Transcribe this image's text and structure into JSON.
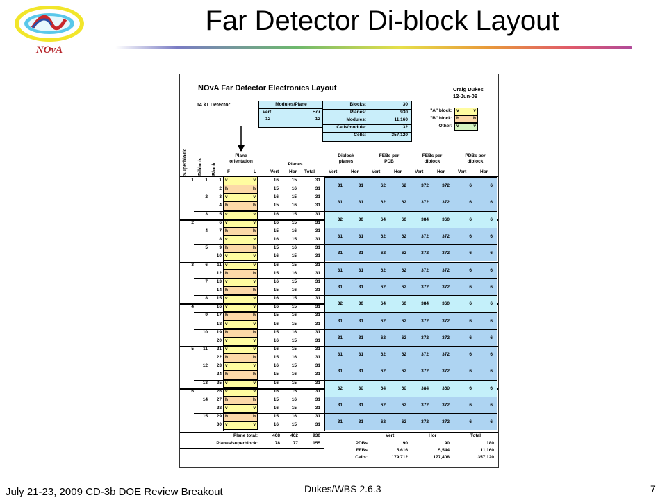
{
  "slide": {
    "title": "Far Detector Di-block Layout",
    "footer_left": "July 21-23, 2009 CD-3b DOE Review Breakout",
    "footer_center": "Dukes/WBS 2.6.3",
    "page_number": "7",
    "logo_text": "NOvA"
  },
  "sheet": {
    "title": "NOvA Far Detector Electronics Layout",
    "author": "Craig Dukes",
    "date": "12-Jun-09",
    "detector": "14 kT Detector",
    "modules_plane": {
      "header": "Modules/Plane",
      "vert_label": "Vert",
      "hor_label": "Hor",
      "vert": "12",
      "hor": "12"
    },
    "summary": [
      {
        "label": "Blocks:",
        "value": "30"
      },
      {
        "label": "Planes:",
        "value": "930"
      },
      {
        "label": "Modules:",
        "value": "11,160"
      },
      {
        "label": "Cells/module:",
        "value": "32"
      },
      {
        "label": "Cells:",
        "value": "357,120"
      }
    ],
    "legend": [
      {
        "label": "\"A\" block:",
        "f": "v",
        "l": "v",
        "color": "#fffca0"
      },
      {
        "label": "\"B\" block:",
        "f": "h",
        "l": "h",
        "color": "#fcd9a8"
      },
      {
        "label": "Other:",
        "f": "v",
        "l": "v",
        "color": "#d6f5c2"
      }
    ],
    "headers": {
      "superblock": "Superblock",
      "diblock": "Diblock",
      "block": "Block",
      "plane_orientation": "Plane\norientation",
      "F": "F",
      "L": "L",
      "planes": "Planes",
      "vert": "Vert",
      "hor": "Hor",
      "total": "Total",
      "diblock_planes": "Diblock\nplanes",
      "febs_per_pdb": "FEBs per\nPDB",
      "febs_per_diblock": "FEBs per\ndiblock",
      "pdbs_per_diblock": "PDBs per\ndiblock"
    },
    "blocks": [
      {
        "sb": "1",
        "db": "1",
        "b": "1",
        "f": "v",
        "l": "v",
        "pv": "16",
        "ph": "15",
        "pt": "31"
      },
      {
        "sb": "",
        "db": "",
        "b": "2",
        "f": "h",
        "l": "h",
        "pv": "15",
        "ph": "16",
        "pt": "31"
      },
      {
        "sb": "",
        "db": "2",
        "b": "3",
        "f": "v",
        "l": "v",
        "pv": "16",
        "ph": "15",
        "pt": "31"
      },
      {
        "sb": "",
        "db": "",
        "b": "4",
        "f": "h",
        "l": "h",
        "pv": "15",
        "ph": "16",
        "pt": "31"
      },
      {
        "sb": "",
        "db": "3",
        "b": "5",
        "f": "v",
        "l": "v",
        "pv": "16",
        "ph": "15",
        "pt": "31"
      },
      {
        "sb": "2",
        "db": "",
        "b": "6",
        "f": "v",
        "l": "v",
        "pv": "16",
        "ph": "15",
        "pt": "31"
      },
      {
        "sb": "",
        "db": "4",
        "b": "7",
        "f": "h",
        "l": "h",
        "pv": "15",
        "ph": "16",
        "pt": "31"
      },
      {
        "sb": "",
        "db": "",
        "b": "8",
        "f": "v",
        "l": "v",
        "pv": "16",
        "ph": "15",
        "pt": "31"
      },
      {
        "sb": "",
        "db": "5",
        "b": "9",
        "f": "h",
        "l": "h",
        "pv": "15",
        "ph": "16",
        "pt": "31"
      },
      {
        "sb": "",
        "db": "",
        "b": "10",
        "f": "v",
        "l": "v",
        "pv": "16",
        "ph": "15",
        "pt": "31"
      },
      {
        "sb": "3",
        "db": "6",
        "b": "11",
        "f": "v",
        "l": "v",
        "pv": "16",
        "ph": "15",
        "pt": "31"
      },
      {
        "sb": "",
        "db": "",
        "b": "12",
        "f": "h",
        "l": "h",
        "pv": "15",
        "ph": "16",
        "pt": "31"
      },
      {
        "sb": "",
        "db": "7",
        "b": "13",
        "f": "v",
        "l": "v",
        "pv": "16",
        "ph": "15",
        "pt": "31"
      },
      {
        "sb": "",
        "db": "",
        "b": "14",
        "f": "h",
        "l": "h",
        "pv": "15",
        "ph": "16",
        "pt": "31"
      },
      {
        "sb": "",
        "db": "8",
        "b": "15",
        "f": "v",
        "l": "v",
        "pv": "16",
        "ph": "15",
        "pt": "31"
      },
      {
        "sb": "4",
        "db": "",
        "b": "16",
        "f": "v",
        "l": "v",
        "pv": "16",
        "ph": "15",
        "pt": "31"
      },
      {
        "sb": "",
        "db": "9",
        "b": "17",
        "f": "h",
        "l": "h",
        "pv": "15",
        "ph": "16",
        "pt": "31"
      },
      {
        "sb": "",
        "db": "",
        "b": "18",
        "f": "v",
        "l": "v",
        "pv": "16",
        "ph": "15",
        "pt": "31"
      },
      {
        "sb": "",
        "db": "10",
        "b": "19",
        "f": "h",
        "l": "h",
        "pv": "15",
        "ph": "16",
        "pt": "31"
      },
      {
        "sb": "",
        "db": "",
        "b": "20",
        "f": "v",
        "l": "v",
        "pv": "16",
        "ph": "15",
        "pt": "31"
      },
      {
        "sb": "5",
        "db": "11",
        "b": "21",
        "f": "v",
        "l": "v",
        "pv": "16",
        "ph": "15",
        "pt": "31"
      },
      {
        "sb": "",
        "db": "",
        "b": "22",
        "f": "h",
        "l": "h",
        "pv": "15",
        "ph": "16",
        "pt": "31"
      },
      {
        "sb": "",
        "db": "12",
        "b": "23",
        "f": "v",
        "l": "v",
        "pv": "16",
        "ph": "15",
        "pt": "31"
      },
      {
        "sb": "",
        "db": "",
        "b": "24",
        "f": "h",
        "l": "h",
        "pv": "15",
        "ph": "16",
        "pt": "31"
      },
      {
        "sb": "",
        "db": "13",
        "b": "25",
        "f": "v",
        "l": "v",
        "pv": "16",
        "ph": "15",
        "pt": "31"
      },
      {
        "sb": "6",
        "db": "",
        "b": "26",
        "f": "v",
        "l": "v",
        "pv": "16",
        "ph": "15",
        "pt": "31"
      },
      {
        "sb": "",
        "db": "14",
        "b": "27",
        "f": "h",
        "l": "h",
        "pv": "15",
        "ph": "16",
        "pt": "31"
      },
      {
        "sb": "",
        "db": "",
        "b": "28",
        "f": "v",
        "l": "v",
        "pv": "16",
        "ph": "15",
        "pt": "31"
      },
      {
        "sb": "",
        "db": "15",
        "b": "29",
        "f": "h",
        "l": "h",
        "pv": "15",
        "ph": "16",
        "pt": "31"
      },
      {
        "sb": "",
        "db": "",
        "b": "30",
        "f": "v",
        "l": "v",
        "pv": "16",
        "ph": "15",
        "pt": "31"
      }
    ],
    "diblocks": [
      {
        "pv": "31",
        "ph": "31",
        "fpv": "62",
        "fph": "62",
        "fdv": "372",
        "fdh": "372",
        "pdv": "6",
        "pdh": "6"
      },
      {
        "pv": "31",
        "ph": "31",
        "fpv": "62",
        "fph": "62",
        "fdv": "372",
        "fdh": "372",
        "pdv": "6",
        "pdh": "6"
      },
      {
        "pv": "32",
        "ph": "30",
        "fpv": "64",
        "fph": "60",
        "fdv": "384",
        "fdh": "360",
        "pdv": "6",
        "pdh": "6"
      },
      {
        "pv": "31",
        "ph": "31",
        "fpv": "62",
        "fph": "62",
        "fdv": "372",
        "fdh": "372",
        "pdv": "6",
        "pdh": "6"
      },
      {
        "pv": "31",
        "ph": "31",
        "fpv": "62",
        "fph": "62",
        "fdv": "372",
        "fdh": "372",
        "pdv": "6",
        "pdh": "6"
      },
      {
        "pv": "31",
        "ph": "31",
        "fpv": "62",
        "fph": "62",
        "fdv": "372",
        "fdh": "372",
        "pdv": "6",
        "pdh": "6"
      },
      {
        "pv": "31",
        "ph": "31",
        "fpv": "62",
        "fph": "62",
        "fdv": "372",
        "fdh": "372",
        "pdv": "6",
        "pdh": "6"
      },
      {
        "pv": "32",
        "ph": "30",
        "fpv": "64",
        "fph": "60",
        "fdv": "384",
        "fdh": "360",
        "pdv": "6",
        "pdh": "6"
      },
      {
        "pv": "31",
        "ph": "31",
        "fpv": "62",
        "fph": "62",
        "fdv": "372",
        "fdh": "372",
        "pdv": "6",
        "pdh": "6"
      },
      {
        "pv": "31",
        "ph": "31",
        "fpv": "62",
        "fph": "62",
        "fdv": "372",
        "fdh": "372",
        "pdv": "6",
        "pdh": "6"
      },
      {
        "pv": "31",
        "ph": "31",
        "fpv": "62",
        "fph": "62",
        "fdv": "372",
        "fdh": "372",
        "pdv": "6",
        "pdh": "6"
      },
      {
        "pv": "31",
        "ph": "31",
        "fpv": "62",
        "fph": "62",
        "fdv": "372",
        "fdh": "372",
        "pdv": "6",
        "pdh": "6"
      },
      {
        "pv": "32",
        "ph": "30",
        "fpv": "64",
        "fph": "60",
        "fdv": "384",
        "fdh": "360",
        "pdv": "6",
        "pdh": "6"
      },
      {
        "pv": "31",
        "ph": "31",
        "fpv": "62",
        "fph": "62",
        "fdv": "372",
        "fdh": "372",
        "pdv": "6",
        "pdh": "6"
      },
      {
        "pv": "31",
        "ph": "31",
        "fpv": "62",
        "fph": "62",
        "fdv": "372",
        "fdh": "372",
        "pdv": "6",
        "pdh": "6"
      }
    ],
    "totals": {
      "plane_total_label": "Plane total:",
      "plane_total": [
        "468",
        "462",
        "930"
      ],
      "per_superblock_label": "Planes/superblock:",
      "per_superblock": [
        "78",
        "77",
        "155"
      ],
      "headers": [
        "Vert",
        "Hor",
        "Total"
      ],
      "rows": [
        {
          "label": "PDBs",
          "vals": [
            "90",
            "90",
            "180"
          ]
        },
        {
          "label": "FEBs",
          "vals": [
            "5,616",
            "5,544",
            "11,160"
          ]
        },
        {
          "label": "Cells:",
          "vals": [
            "179,712",
            "177,408",
            "357,120"
          ]
        }
      ]
    }
  }
}
